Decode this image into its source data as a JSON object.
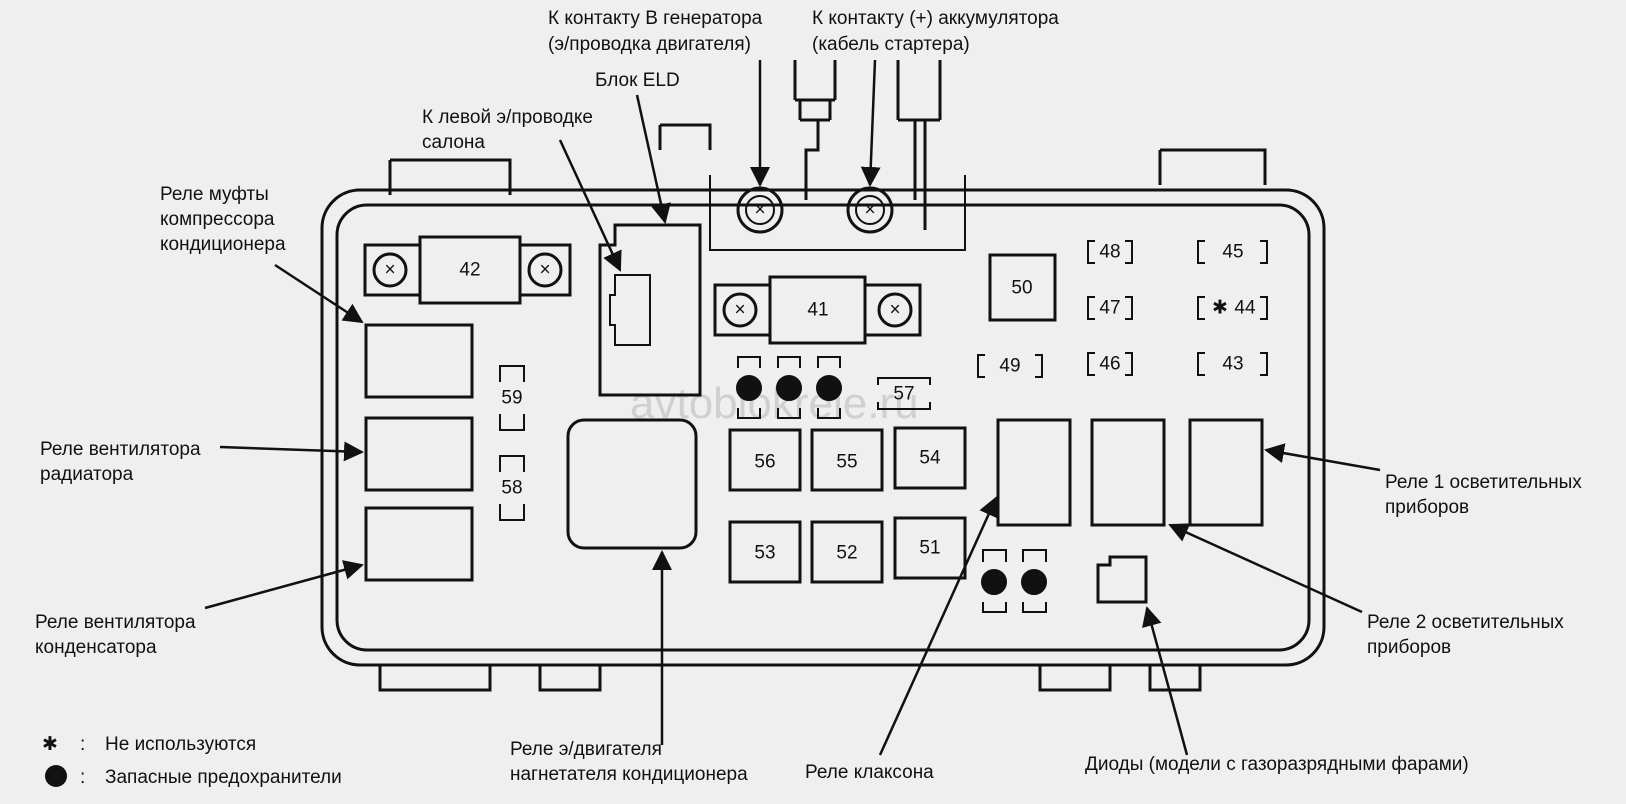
{
  "watermark": "avtoblokrele.ru",
  "labels": {
    "gen_line1": "К контакту B генератора",
    "gen_line2": "(э/проводка двигателя)",
    "batt_line1": "К контакту (+) аккумулятора",
    "batt_line2": "(кабель стартера)",
    "eld": "Блок ELD",
    "left_line1": "К левой э/проводке",
    "left_line2": "салона",
    "clutch_line1": "Реле муфты",
    "clutch_line2": "компрессора",
    "clutch_line3": "кондиционера",
    "radfan_line1": "Реле вентилятора",
    "radfan_line2": "радиатора",
    "condfan_line1": "Реле вентилятора",
    "condfan_line2": "конденсатора",
    "light1_line1": "Реле 1 осветительных",
    "light1_line2": "приборов",
    "light2_line1": "Реле 2 осветительных",
    "light2_line2": "приборов",
    "blower_line1": "Реле э/двигателя",
    "blower_line2": "нагнетателя кондиционера",
    "horn": "Реле клаксона",
    "diodes": "Диоды (модели с газоразрядными фарами)"
  },
  "legend": {
    "asterisk_symbol": "✱",
    "unused_sep": ":",
    "unused": "Не используются",
    "spare_sep": ":",
    "spare": "Запасные предохранители"
  },
  "fuses": {
    "f41": "41",
    "f42": "42",
    "f43": "43",
    "f44": "44",
    "f44_mark": "✱",
    "f45": "45",
    "f46": "46",
    "f47": "47",
    "f48": "48",
    "f49": "49",
    "f50": "50",
    "f51": "51",
    "f52": "52",
    "f53": "53",
    "f54": "54",
    "f55": "55",
    "f56": "56",
    "f57": "57",
    "f58": "58",
    "f59": "59"
  }
}
